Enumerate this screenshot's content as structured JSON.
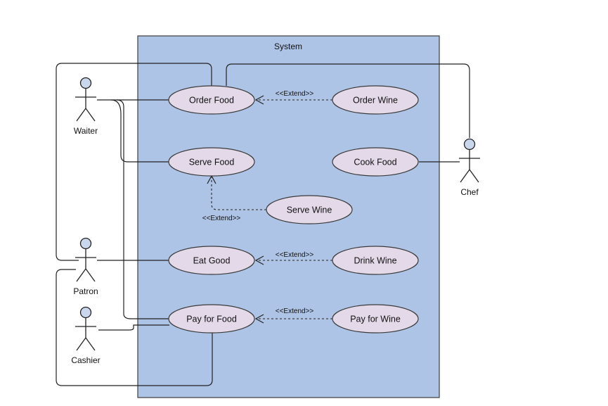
{
  "system": {
    "title": "System"
  },
  "actors": {
    "waiter": "Waiter",
    "chef": "Chef",
    "patron": "Patron",
    "cashier": "Cashier"
  },
  "use_cases": {
    "order_food": "Order Food",
    "order_wine": "Order Wine",
    "serve_food": "Serve Food",
    "cook_food": "Cook Food",
    "serve_wine": "Serve Wine",
    "eat_good": "Eat Good",
    "drink_wine": "Drink Wine",
    "pay_for_food": "Pay for Food",
    "pay_for_wine": "Pay for Wine"
  },
  "relations": {
    "extend_order_wine": "<<Extend>>",
    "extend_serve_wine": "<<Extend>>",
    "extend_drink_wine": "<<Extend>>",
    "extend_pay_for_wine": "<<Extend>>"
  },
  "colors": {
    "system_fill": "#aec4e6",
    "use_case_fill": "#e4d9e9",
    "actor_head_fill": "#c9d6ec",
    "line": "#222222"
  }
}
